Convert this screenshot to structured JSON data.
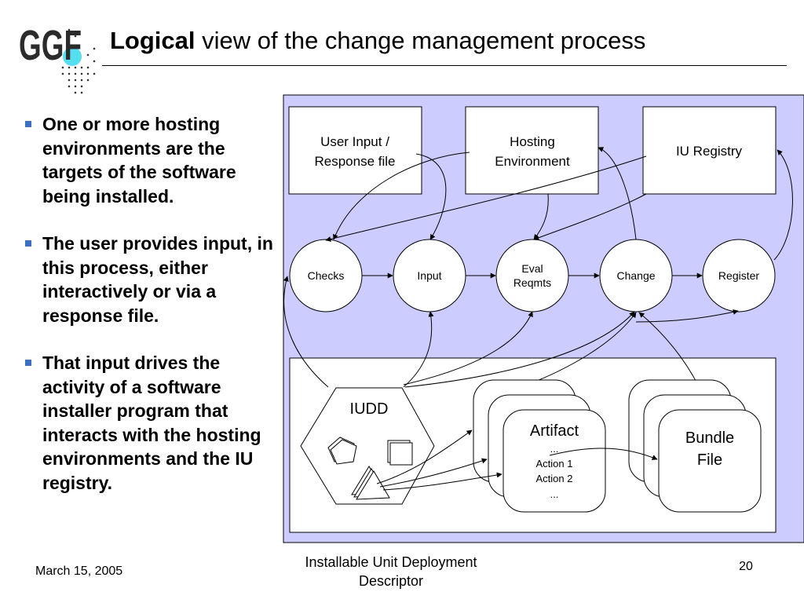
{
  "slide": {
    "logo_text": "GGF",
    "title_bold": "Logical",
    "title_rest": " view of the change management process"
  },
  "bullets": [
    "One or more hosting environments are the targets of the software being installed.",
    "The user provides input, in this process, either interactively or via a response file.",
    "That input drives the activity of a software installer program that interacts with the hosting environments and the IU registry."
  ],
  "diagram": {
    "colors": {
      "panel": "#ccccff",
      "stroke": "#000000",
      "box": "#ffffff",
      "bullet": "#3b6fc4"
    },
    "top_boxes": [
      {
        "lines": [
          "User Input /",
          "Response file"
        ]
      },
      {
        "lines": [
          "Hosting",
          "Environment"
        ]
      },
      {
        "lines": [
          "IU Registry"
        ]
      }
    ],
    "steps": [
      {
        "lines": [
          "Checks"
        ]
      },
      {
        "lines": [
          "Input"
        ]
      },
      {
        "lines": [
          "Eval",
          "Reqmts"
        ]
      },
      {
        "lines": [
          "Change"
        ]
      },
      {
        "lines": [
          "Register"
        ]
      }
    ],
    "iudd_label": "IUDD",
    "artifact": {
      "title": "Artifact",
      "lines": [
        "...",
        "Action 1",
        "Action 2",
        "..."
      ]
    },
    "bundle": {
      "lines": [
        "Bundle",
        "File"
      ]
    }
  },
  "footer": {
    "date": "March 15, 2005",
    "center_lines": [
      "Installable Unit Deployment",
      "Descriptor"
    ],
    "page": "20"
  }
}
